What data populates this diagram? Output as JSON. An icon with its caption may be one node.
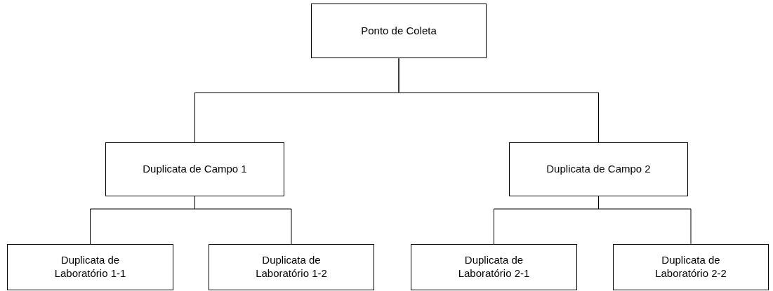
{
  "diagram": {
    "nodes": [
      {
        "text": [
          "Ponto de Coleta"
        ]
      },
      {
        "text": [
          "Duplicata de Campo 1"
        ]
      },
      {
        "text": [
          "Duplicata de Campo 2"
        ]
      },
      {
        "text": [
          "Duplicata de Laboratório 1-1"
        ]
      },
      {
        "text": [
          "Duplicata de Laboratório 1-2"
        ]
      },
      {
        "text": [
          "Duplicata de Laboratório 2-1"
        ]
      },
      {
        "text": [
          "Duplicata de Laboratório 2-2"
        ]
      }
    ],
    "edges": [
      {
        "from": 0,
        "to": 1,
        "arrow": "none"
      },
      {
        "from": 0,
        "to": 2,
        "arrow": "none"
      },
      {
        "from": 1,
        "to": 3,
        "arrow": "none"
      },
      {
        "from": 1,
        "to": 4,
        "arrow": "none"
      },
      {
        "from": 2,
        "to": 5,
        "arrow": "none"
      },
      {
        "from": 2,
        "to": 6,
        "arrow": "none"
      }
    ]
  }
}
